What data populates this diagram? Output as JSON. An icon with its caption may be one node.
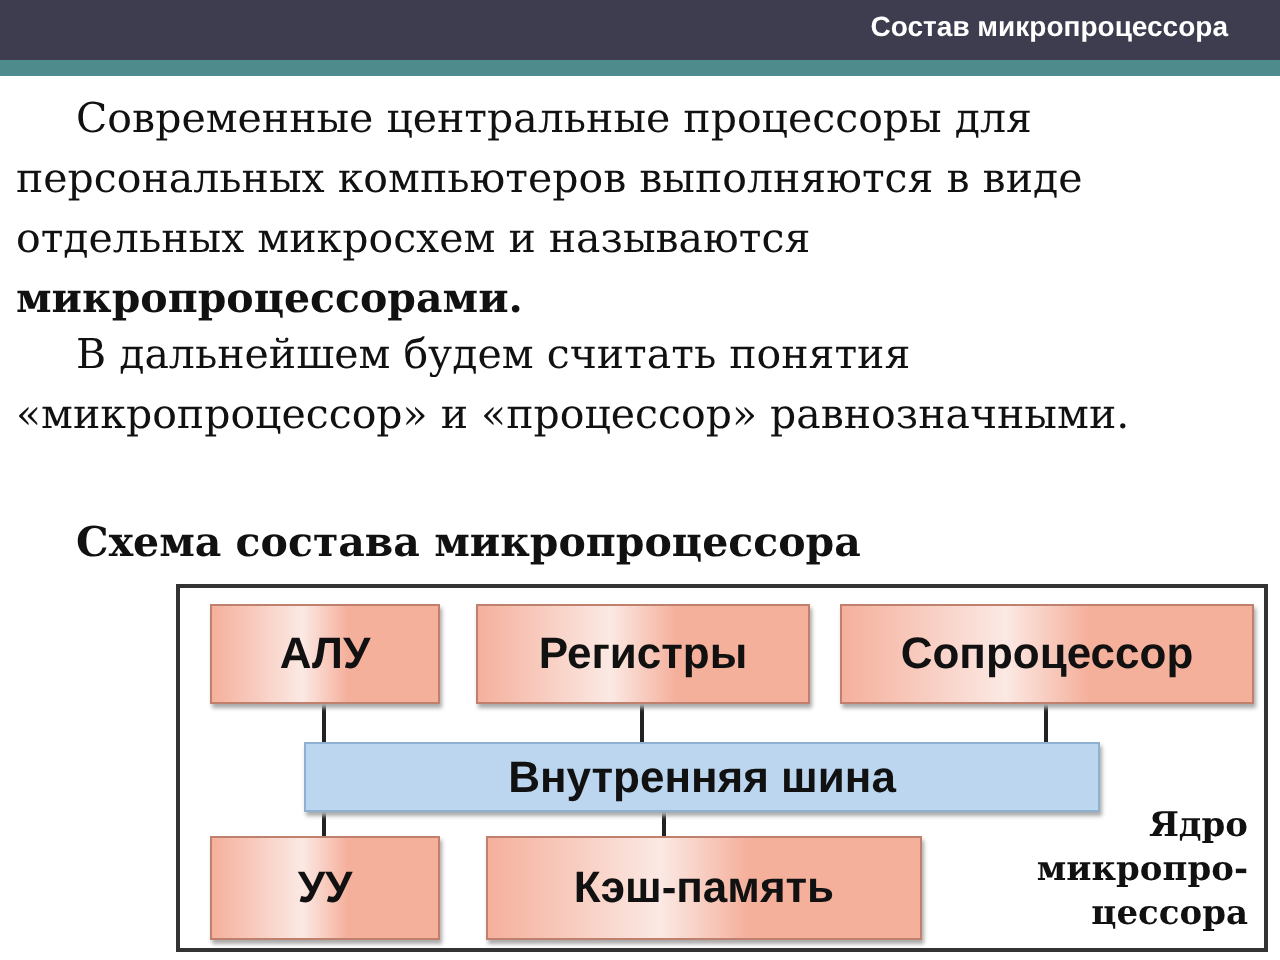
{
  "diagram": {
    "title": "Состав микропроцессора",
    "nodes": [
      {
        "text": [
          "Ядро микропро-цессора"
        ]
      },
      {
        "text": [
          "АЛУ"
        ],
        "in": 0
      },
      {
        "text": [
          "Регистры"
        ],
        "in": 0
      },
      {
        "text": [
          "Сопроцессор"
        ],
        "in": 0
      },
      {
        "text": [
          "Внутренняя шина"
        ],
        "in": 0
      },
      {
        "text": [
          "УУ"
        ],
        "in": 0
      },
      {
        "text": [
          "Кэш-память"
        ],
        "in": 0
      }
    ],
    "edges": [
      {
        "from": 1,
        "to": 4,
        "arrow": "none"
      },
      {
        "from": 2,
        "to": 4,
        "arrow": "none"
      },
      {
        "from": 3,
        "to": 4,
        "arrow": "none"
      },
      {
        "from": 4,
        "to": 5,
        "arrow": "none"
      },
      {
        "from": 4,
        "to": 6,
        "arrow": "none"
      }
    ],
    "labels": [
      "Современные центральные процессоры для персональных компьютеров выполняются в виде отдельных микросхем и называются **микропроцессорами.**",
      "В дальнейшем будем считать понятия «микропроцессор» и «процессор» равнозначными.",
      "Схема состава микропроцессора"
    ]
  }
}
